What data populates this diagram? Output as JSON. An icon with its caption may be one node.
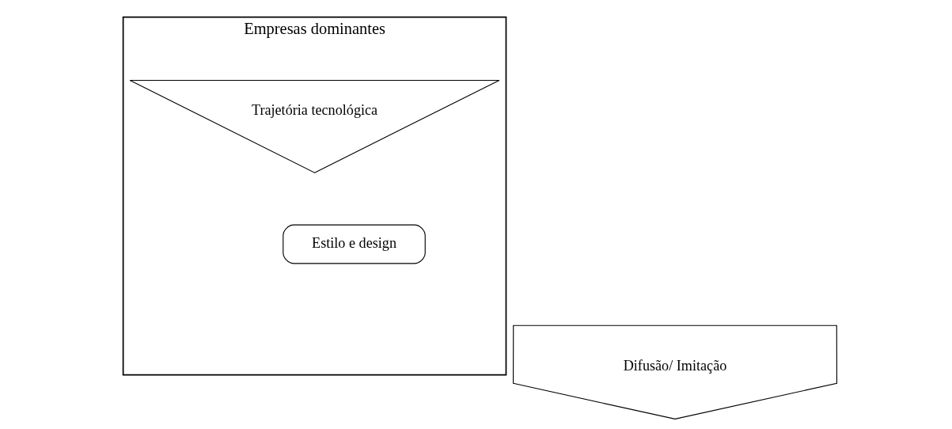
{
  "diagram": {
    "nodes": [
      {
        "text": [
          "Empresas dominantes"
        ]
      },
      {
        "text": [
          "Trajetória tecnológica"
        ],
        "in": 0
      },
      {
        "text": [
          "Estilo e design"
        ],
        "in": 0
      },
      {
        "text": [
          "Difusão/ Imitação"
        ]
      }
    ]
  }
}
